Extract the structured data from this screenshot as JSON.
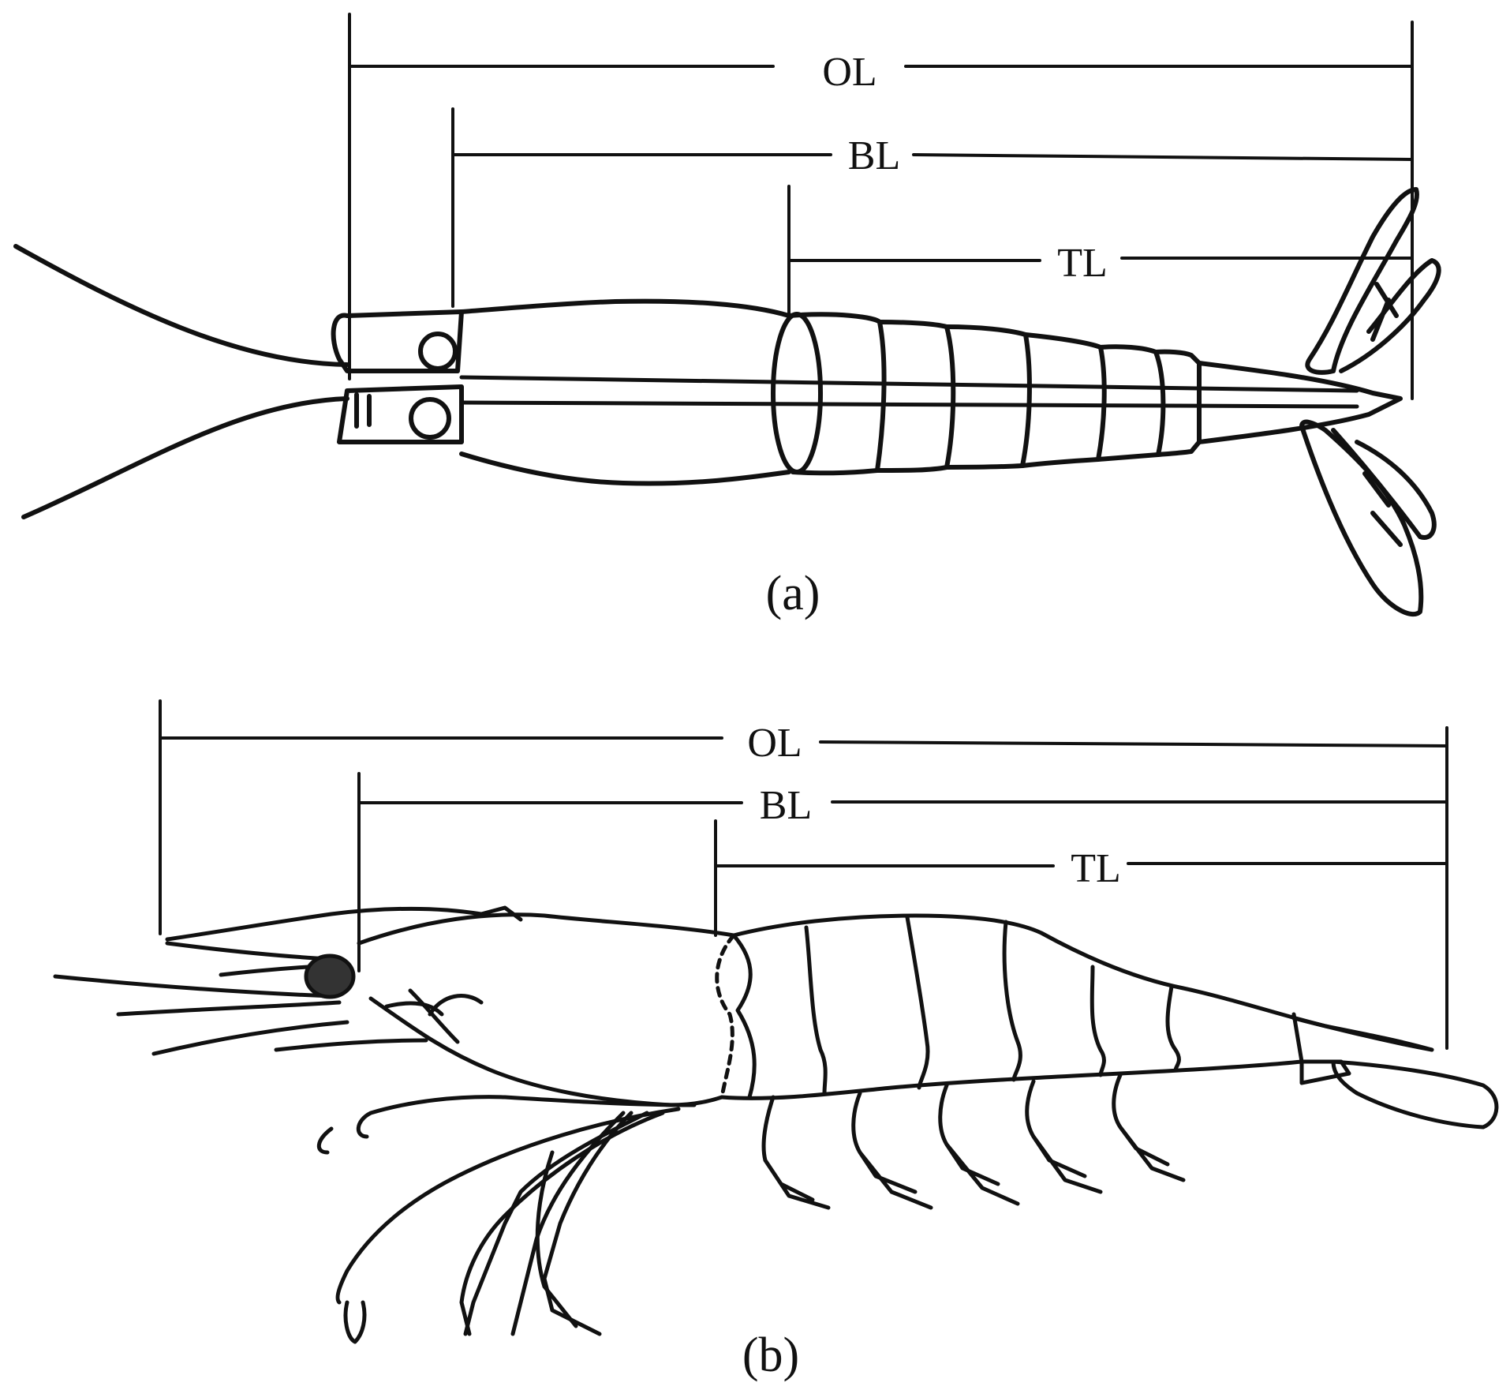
{
  "panels": [
    {
      "caption": "(a)",
      "view": "dorsal",
      "measures": [
        "OL",
        "BL",
        "TL"
      ]
    },
    {
      "caption": "(b)",
      "view": "lateral",
      "measures": [
        "OL",
        "BL",
        "TL"
      ]
    }
  ]
}
